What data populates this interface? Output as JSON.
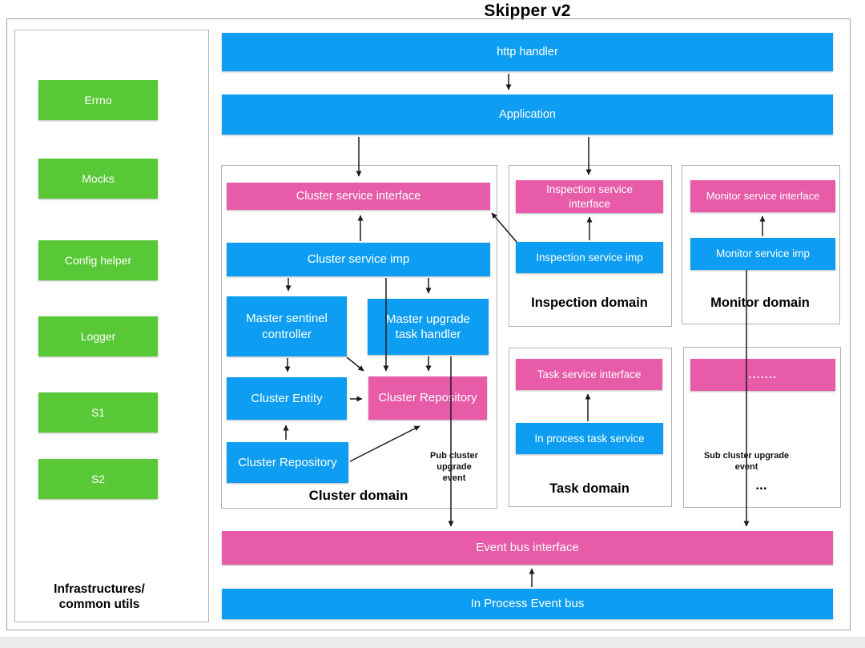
{
  "title": "Skipper v2",
  "colors": {
    "blue": "#0d9ef3",
    "pink": "#e75ba8",
    "green": "#59c837",
    "line": "#1a1a1a"
  },
  "sidebar": {
    "label": "Infrastructures/\ncommon utils",
    "items": [
      "Errno",
      "Mocks",
      "Config helper",
      "Logger",
      "S1",
      "S2"
    ]
  },
  "top": {
    "http_handler": "http handler",
    "application": "Application"
  },
  "domains": {
    "cluster": {
      "label": "Cluster domain",
      "service_interface": "Cluster service interface",
      "service_imp": "Cluster service imp",
      "master_sentinel_controller": "Master sentinel\ncontroller",
      "master_upgrade_task_handler": "Master upgrade\ntask handler",
      "entity": "Cluster Entity",
      "repository_interface": "Cluster Repository",
      "repository": "Cluster Repository",
      "pub_note": "Pub cluster upgrade\nevent"
    },
    "inspection": {
      "label": "Inspection domain",
      "service_interface": "Inspection service\ninterface",
      "service_imp": "Inspection service imp"
    },
    "monitor": {
      "label": "Monitor domain",
      "service_interface": "Monitor service interface",
      "service_imp": "Monitor service imp"
    },
    "task": {
      "label": "Task domain",
      "service_interface": "Task service interface",
      "service_imp": "In process task service"
    },
    "more": {
      "label": "...",
      "service_interface": ".......",
      "sub_note": "Sub cluster upgrade\nevent"
    }
  },
  "event_bus": {
    "interface": "Event bus interface",
    "imp": "In Process Event bus"
  }
}
